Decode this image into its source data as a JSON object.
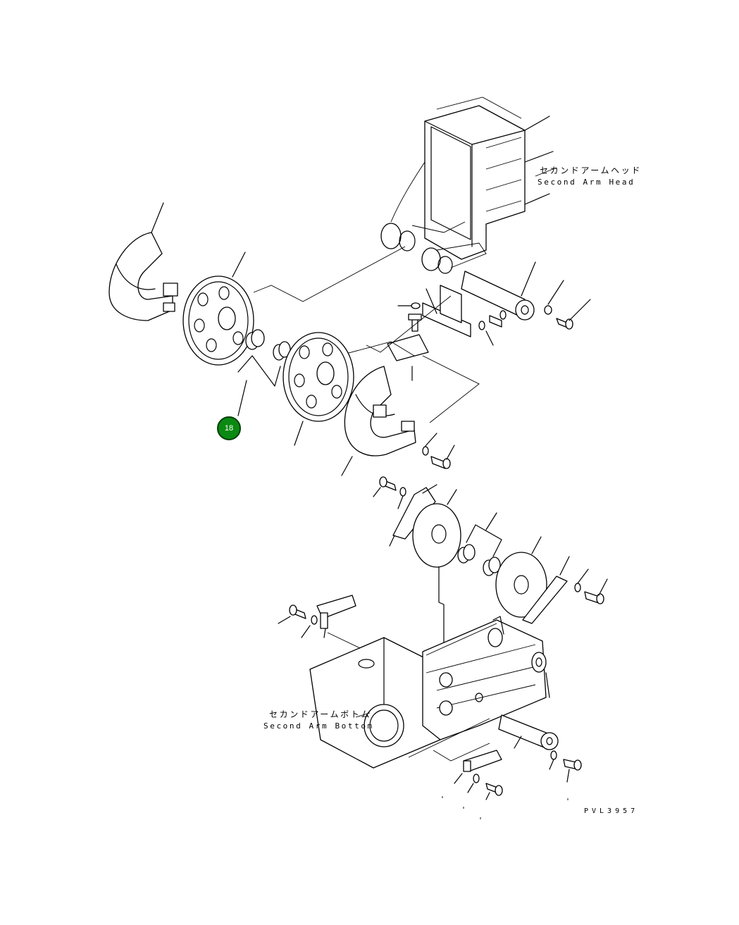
{
  "labels": {
    "arm_head_jp": "セカンドアームヘッド",
    "arm_head_en": "Second Arm Head",
    "arm_bottom_jp": "セカンドアームボトム",
    "arm_bottom_en": "Second Arm Bottom",
    "drawing_code": "PVL3957"
  },
  "callout": {
    "number": "18",
    "color": "#0a8a12"
  }
}
